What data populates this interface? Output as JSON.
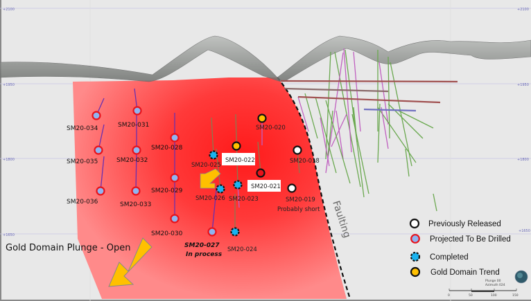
{
  "axis_labels": {
    "left": [
      "+2100",
      "+1950",
      "+1800",
      "+1650"
    ],
    "right": [
      "+2100",
      "+1950",
      "+1800",
      "+1650"
    ]
  },
  "title": "Gold Domain Plunge - Open",
  "fault_label": "Faulting",
  "holes": {
    "projected": [
      {
        "id": "SM20-034"
      },
      {
        "id": "SM20-035"
      },
      {
        "id": "SM20-036"
      },
      {
        "id": "SM20-031"
      },
      {
        "id": "SM20-032"
      },
      {
        "id": "SM20-033"
      },
      {
        "id": "SM20-028"
      },
      {
        "id": "SM20-029"
      },
      {
        "id": "SM20-030"
      }
    ],
    "in_process": {
      "id": "SM20-027",
      "note": "In process"
    },
    "completed": [
      {
        "id": "SM20-025"
      },
      {
        "id": "SM20-026"
      },
      {
        "id": "SM20-023"
      },
      {
        "id": "SM20-024"
      }
    ],
    "gold_trend": [
      {
        "id": "SM20-020"
      },
      {
        "id": "SM20-022"
      }
    ],
    "red": {
      "id": "SM20-021"
    },
    "released": [
      {
        "id": "SM20-018"
      },
      {
        "id": "SM20-019",
        "note": "Probably short"
      }
    ]
  },
  "legend": [
    {
      "label": "Previously Released",
      "fill": "#ffffff",
      "stroke": "#111111"
    },
    {
      "label": "Projected To Be Drilled",
      "fill": "#8fb4f0",
      "stroke": "#e8121a"
    },
    {
      "label": "Completed",
      "fill": "#19b3f0",
      "stroke": "#111111"
    },
    {
      "label": "Gold Domain Trend",
      "fill": "#ffc000",
      "stroke": "#111111"
    }
  ],
  "orientation": {
    "plunge": "Plunge 00",
    "azimuth": "Azimuth 024"
  },
  "scale_bar": [
    "0",
    "50",
    "100",
    "150"
  ],
  "colors": {
    "zone": "#ff3030",
    "arrow": "#ffc000",
    "background": "#e8e8e8"
  }
}
